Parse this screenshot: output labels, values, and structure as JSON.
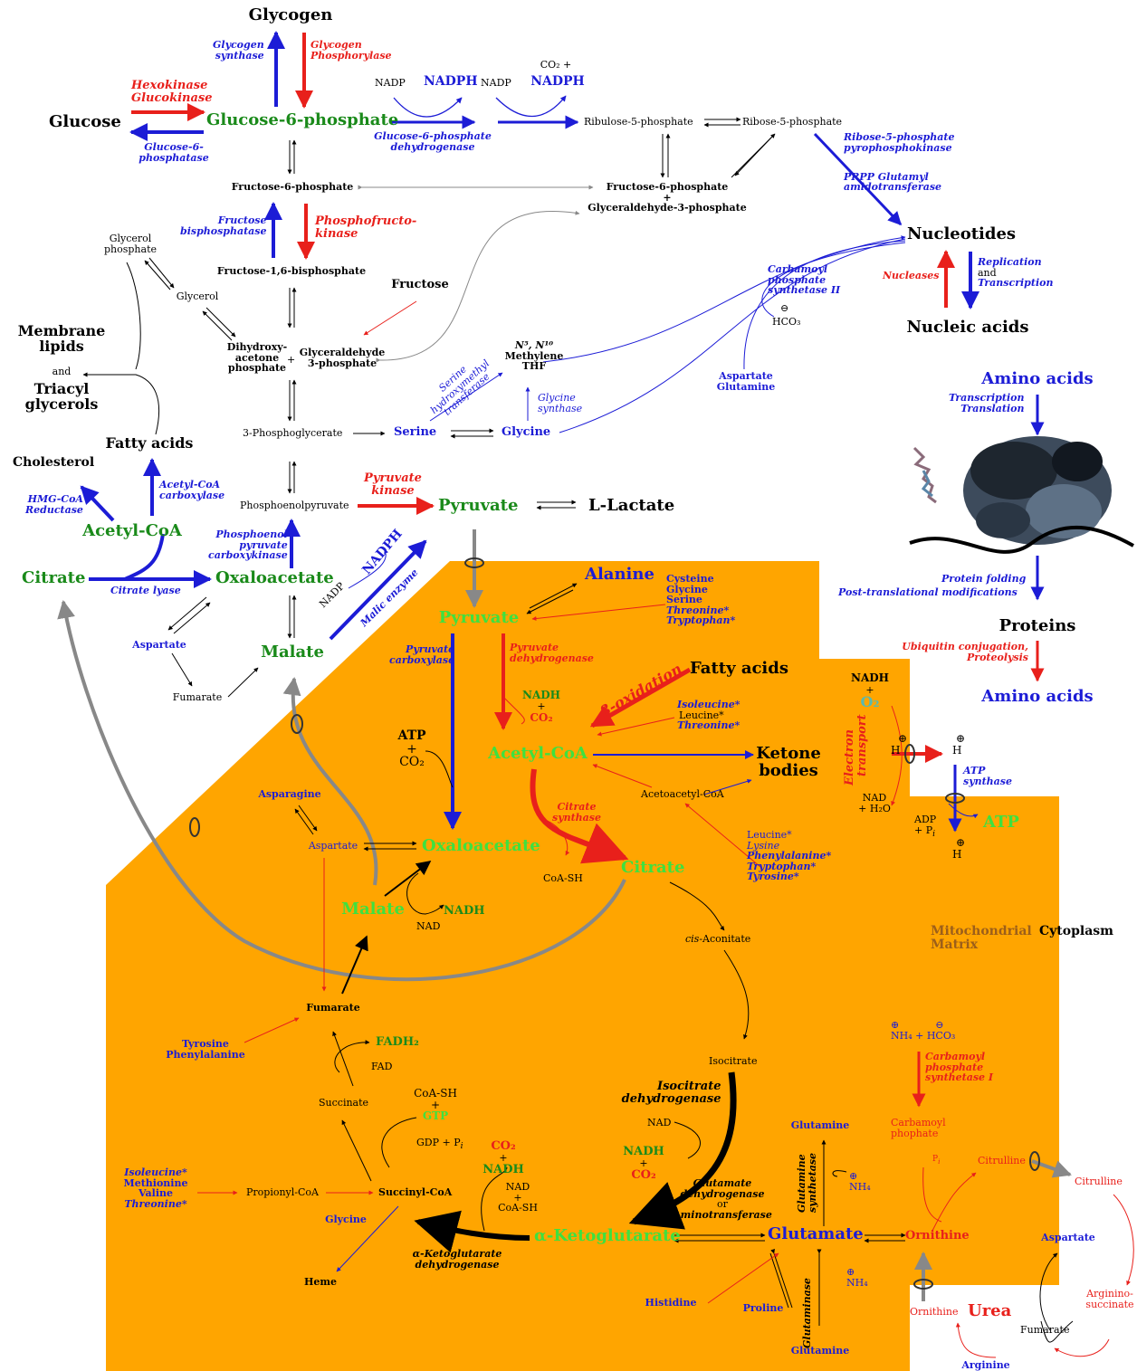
{
  "colors": {
    "matrix": "#ffa500",
    "enzyme_up": "#1c1cd6",
    "enzyme_down": "#e8201b",
    "metabolite_green": "#1a8a1a",
    "mito_metabolite": "#3fe03f"
  },
  "compartments": {
    "matrix_line1": "Mitochondrial",
    "matrix_line2": "Matrix",
    "cytoplasm": "Cytoplasm"
  },
  "metabolites": {
    "glycogen": "Glycogen",
    "glucose": "Glucose",
    "glucose_6_phosphate": "Glucose-6-phosphate",
    "nadp1": "NADP",
    "nadph1": "NADPH",
    "nadp2": "NADP",
    "co2_plus": "CO₂ +",
    "nadph2": "NADPH",
    "ribulose_5_p": "Ribulose-5-phosphate",
    "ribose_5_p": "Ribose-5-phosphate",
    "fructose_6_p": "Fructose-6-phosphate",
    "f6p_plus_g3p_1": "Fructose-6-phosphate",
    "plus_sign": "+",
    "f6p_plus_g3p_2": "Glyceraldehyde-3-phosphate",
    "fructose_16_bp": "Fructose-1,6-bisphosphate",
    "glycerol_phosphate_1": "Glycerol",
    "glycerol_phosphate_2": "phosphate",
    "glycerol": "Glycerol",
    "fructose": "Fructose",
    "dhap_1": "Dihydroxy-",
    "dhap_2": "acetone",
    "dhap_3": "phosphate",
    "g3p_1": "Glyceraldehyde",
    "g3p_2": "3-phosphate",
    "membrane_lipids_1": "Membrane",
    "membrane_lipids_2": "lipids",
    "and": "and",
    "triacylglycerols_1": "Triacyl",
    "triacylglycerols_2": "glycerols",
    "fatty_acids_cyto": "Fatty acids",
    "cholesterol": "Cholesterol",
    "three_pg": "3-Phosphoglycerate",
    "serine": "Serine",
    "glycine": "Glycine",
    "n5n10": "N⁵, N¹⁰",
    "methylene": "Methylene",
    "thf": "THF",
    "aspartate_glutamine_1": "Aspartate",
    "aspartate_glutamine_2": "Glutamine",
    "hco3": "HCO₃",
    "nucleotides": "Nucleotides",
    "nucleic_acids": "Nucleic acids",
    "amino_acids_top": "Amino acids",
    "proteins": "Proteins",
    "amino_acids_bottom": "Amino acids",
    "pep": "Phosphoenolpyruvate",
    "pyruvate_cyto": "Pyruvate",
    "l_lactate": "L-Lactate",
    "acetyl_coa_cyto": "Acetyl-CoA",
    "citrate_cyto": "Citrate",
    "oxaloacetate_cyto": "Oxaloacetate",
    "nadp_malic": "NADP",
    "nadph_malic": "NADPH",
    "aspartate_cyto": "Aspartate",
    "fumarate_cyto": "Fumarate",
    "malate_cyto": "Malate",
    "alanine": "Alanine",
    "cys_gly_ser_1": "Cysteine",
    "cys_gly_ser_2": "Glycine",
    "cys_gly_ser_3": "Serine",
    "thr_trp_1": "Threonine*",
    "thr_trp_2": "Tryptophan*",
    "pyruvate_mito": "Pyruvate",
    "fatty_acids_mito": "Fatty acids",
    "nadh_pdh": "NADH",
    "co2_pdh": "CO₂",
    "ile_leu_thr_1": "Isoleucine*",
    "ile_leu_thr_2": "Leucine*",
    "ile_leu_thr_3": "Threonine*",
    "acetyl_coa_mito": "Acetyl-CoA",
    "ketone_1": "Ketone",
    "ketone_2": "bodies",
    "acetoacetyl_coa": "Acetoacetyl-CoA",
    "atp_co2_1": "ATP",
    "atp_co2_2": "CO₂",
    "asparagine": "Asparagine",
    "aspartate_mito": "Aspartate",
    "oxaloacetate_mito": "Oxaloacetate",
    "coa_sh_cs": "CoA-SH",
    "citrate_mito": "Citrate",
    "leu_lys_1": "Leucine*",
    "leu_lys_2": "Lysine",
    "phe_trp_tyr_1": "Phenylalanine*",
    "phe_trp_tyr_2": "Tryptophan*",
    "phe_trp_tyr_3": "Tyrosine*",
    "malate_mito": "Malate",
    "nad_mdh": "NAD",
    "nadh_mdh": "NADH",
    "cis_aconitate_prefix": "cis",
    "cis_aconitate": "-Aconitate",
    "fumarate_mito": "Fumarate",
    "tyr_phe_1": "Tyrosine",
    "tyr_phe_2": "Phenylalanine",
    "fadh2": "FADH₂",
    "fad": "FAD",
    "succinate": "Succinate",
    "coa_sh_scs": "CoA-SH",
    "gtp": "GTP",
    "gdp_pi": "GDP + P",
    "isocitrate": "Isocitrate",
    "nad_idh": "NAD",
    "nadh_idh": "NADH",
    "co2_idh": "CO₂",
    "co2_akg": "CO₂",
    "nadh_akg": "NADH",
    "nad_akg": "NAD",
    "coa_sh_akg": "CoA-SH",
    "ile_met_val_thr_1": "Isoleucine*",
    "ile_met_val_thr_2": "Methionine",
    "ile_met_val_thr_3": "Valine",
    "ile_met_val_thr_4": "Threonine*",
    "propionyl_coa": "Propionyl-CoA",
    "succinyl_coa": "Succinyl-CoA",
    "glycine_mito": "Glycine",
    "heme": "Heme",
    "alpha_kg": "α-Ketoglutarate",
    "glutamate": "Glutamate",
    "glutamine_top": "Glutamine",
    "nh4_gs": "NH₄",
    "histidine": "Histidine",
    "proline": "Proline",
    "glutamine_bottom": "Glutamine",
    "nh4_gls": "NH₄",
    "nadh_etc": "NADH",
    "o2": "O₂",
    "h_left": "H",
    "h_right": "H",
    "h_atp": "H",
    "nad_h2o_1": "NAD",
    "nad_h2o_2": "+ H₂O",
    "adp_pi_1": "ADP",
    "adp_pi_2": "+ P",
    "atp": "ATP",
    "nh4_hco3": "NH₄ + HCO₃",
    "carbamoyl_phosphate_1": "Carbamoyl",
    "carbamoyl_phosphate_2": "phophate",
    "pi_urea": "P",
    "citrulline_mito": "Citrulline",
    "ornithine_mito": "Ornithine",
    "citrulline_cyto": "Citrulline",
    "aspartate_urea": "Aspartate",
    "argininosuccinate_1": "Arginino-",
    "argininosuccinate_2": "succinate",
    "fumarate_urea": "Fumarate",
    "arginine": "Arginine",
    "ornithine_cyto": "Ornithine",
    "urea": "Urea"
  },
  "enzymes": {
    "glycogen_synthase_1": "Glycogen",
    "glycogen_synthase_2": "synthase",
    "glycogen_phosphorylase_1": "Glycogen",
    "glycogen_phosphorylase_2": "Phosphorylase",
    "hexokinase_1": "Hexokinase",
    "hexokinase_2": "Glucokinase",
    "g6pase_1": "Glucose-6-",
    "g6pase_2": "phosphatase",
    "g6pdh_1": "Glucose-6-phosphate",
    "g6pdh_2": "dehydrogenase",
    "prpp_1": "Ribose-5-phosphate",
    "prpp_2": "pyrophosphokinase",
    "prpp_3": "PRPP Glutamyl",
    "prpp_4": "amidotransferase",
    "fbpase_1": "Fructose",
    "fbpase_2": "bisphosphatase",
    "pfk_1": "Phosphofructo-",
    "pfk_2": "kinase",
    "nucleases": "Nucleases",
    "replication": "Replication",
    "and": "and",
    "transcription": "Transcription",
    "cps2_1": "Carbamoyl",
    "cps2_2": "phosphate",
    "cps2_3": "synthetase II",
    "shmt_1": "Serine",
    "shmt_2": "hydroxymethyl",
    "shmt_3": "transferase",
    "glycine_synthase_1": "Glycine",
    "glycine_synthase_2": "synthase",
    "transcription_translation_1": "Transcription",
    "transcription_translation_2": "Translation",
    "protein_folding_1": "Protein folding",
    "protein_folding_2": "Post-translational modifications",
    "ubiquitin_1": "Ubiquitin conjugation,",
    "ubiquitin_2": "Proteolysis",
    "hmg_coa_1": "HMG-CoA",
    "hmg_coa_2": "Reductase",
    "acc_1": "Acetyl-CoA",
    "acc_2": "carboxylase",
    "pepck_1": "Phosphoenol",
    "pepck_2": "pyruvate",
    "pepck_3": "carboxykinase",
    "pyruvate_kinase_1": "Pyruvate",
    "pyruvate_kinase_2": "kinase",
    "citrate_lyase": "Citrate lyase",
    "malic_enzyme": "Malic enzyme",
    "pyruvate_carboxylase_1": "Pyruvate",
    "pyruvate_carboxylase_2": "carboxylase",
    "pdh_1": "Pyruvate",
    "pdh_2": "dehydrogenase",
    "beta_oxidation": "β-oxidation",
    "citrate_synthase_1": "Citrate",
    "citrate_synthase_2": "synthase",
    "idh_1": "Isocitrate",
    "idh_2": "dehydrogenase",
    "glutamate_dh_1": "Glutamate",
    "glutamate_dh_2": "dehydrogenase",
    "glutamate_dh_3": "or",
    "glutamate_dh_4": "Aminotransferase",
    "akgdh_1": "α-Ketoglutarate",
    "akgdh_2": "dehydrogenase",
    "glutamine_synthetase_1": "Glutamine",
    "glutamine_synthetase_2": "synthetase",
    "glutaminase": "Glutaminase",
    "electron_transport_1": "Electron",
    "electron_transport_2": "transport",
    "atp_synthase_1": "ATP",
    "atp_synthase_2": "synthase",
    "cps1_1": "Carbamoyl",
    "cps1_2": "phosphate",
    "cps1_3": "synthetase I"
  }
}
